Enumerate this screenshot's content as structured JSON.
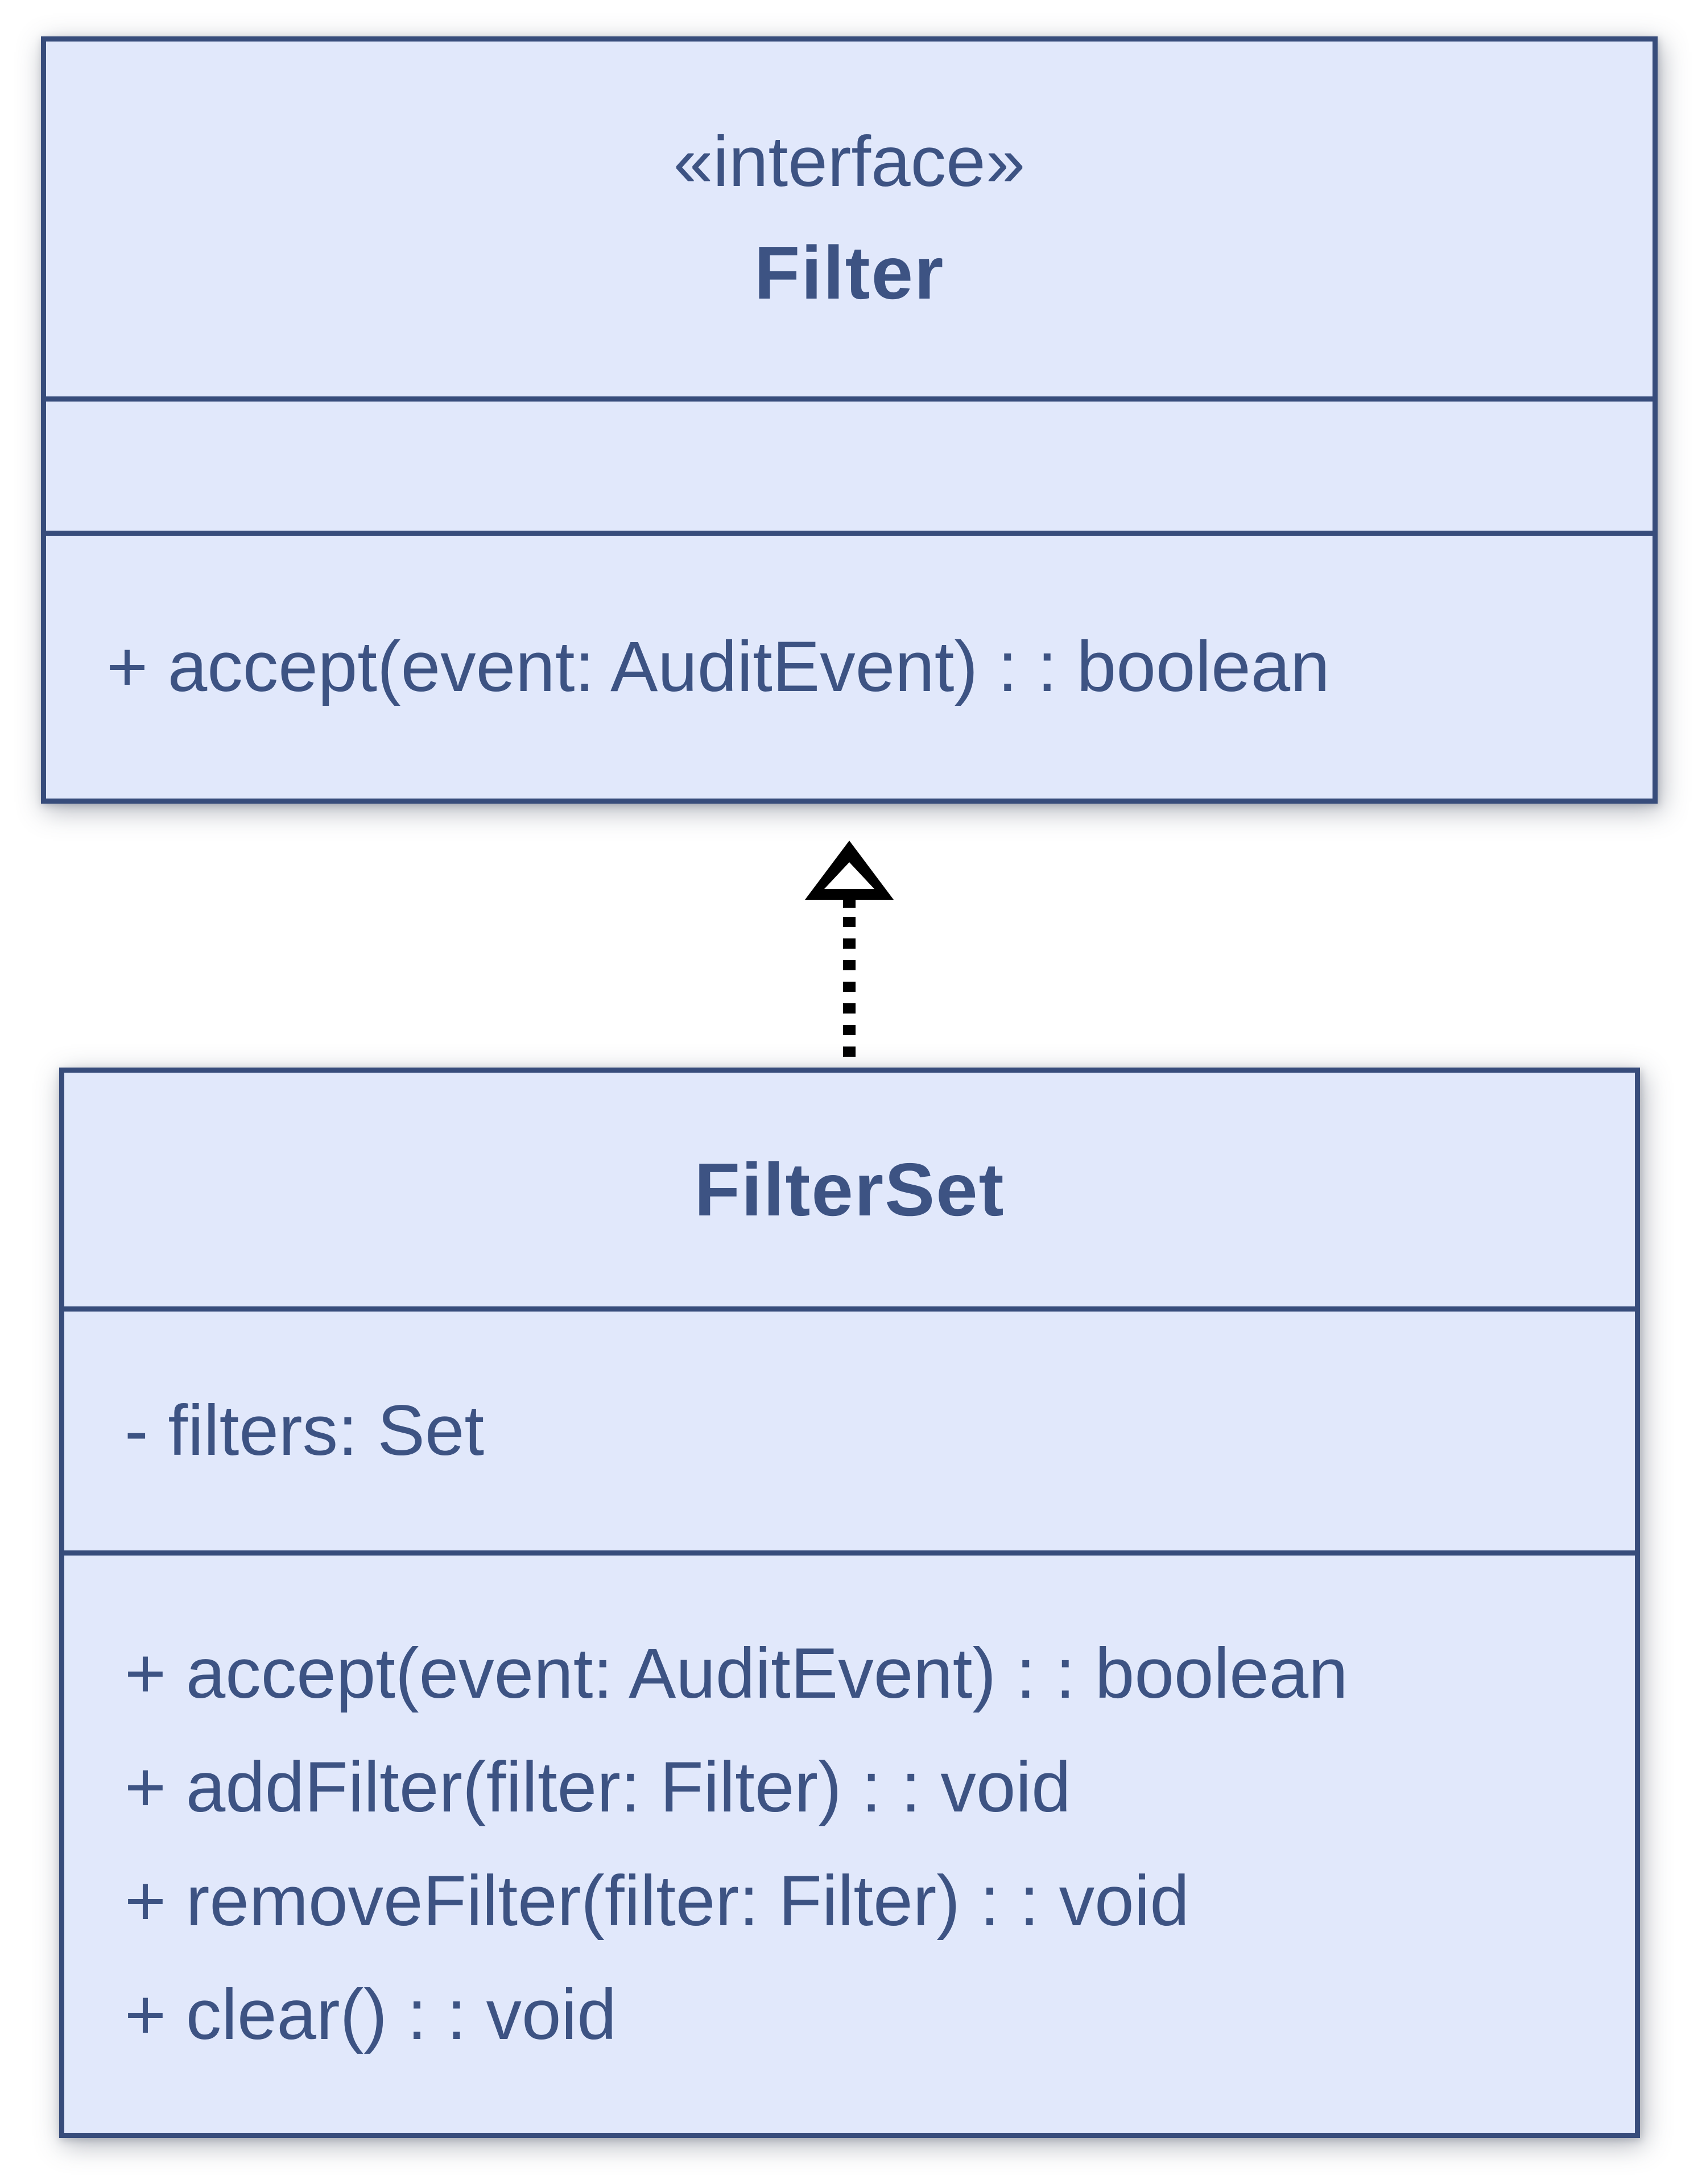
{
  "diagram": {
    "interface": {
      "stereotype": "«interface»",
      "name": "Filter",
      "attributes": [],
      "operations": [
        "+ accept(event: AuditEvent) : : boolean"
      ]
    },
    "filterset": {
      "name": "FilterSet",
      "attributes": [
        "- filters: Set"
      ],
      "operations": [
        "+ accept(event: AuditEvent) : : boolean",
        "+ addFilter(filter: Filter) : : void",
        "+ removeFilter(filter: Filter) : : void",
        "+ clear() : : void"
      ]
    },
    "relation": {
      "from": "FilterSet",
      "to": "Filter",
      "type": "realization"
    },
    "colors": {
      "box_fill": "#e1e8fb",
      "box_border": "#374c7b",
      "text": "#3d5383",
      "arrow": "#000000"
    }
  }
}
